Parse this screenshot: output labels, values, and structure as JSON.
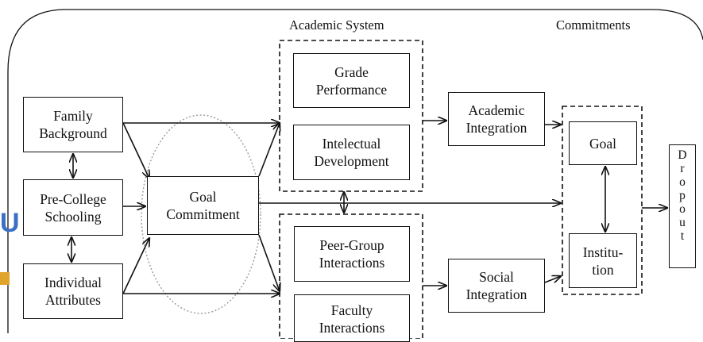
{
  "sections": {
    "academic_system": "Academic System",
    "commitments": "Commitments"
  },
  "boxes": {
    "family_background": "Family\nBackground",
    "pre_college_schooling": "Pre-College\nSchooling",
    "individual_attributes": "Individual\nAttributes",
    "goal_commitment": "Goal\nCommitment",
    "grade_performance": "Grade\nPerformance",
    "intelectual_development": "Intelectual\nDevelopment",
    "peer_group_interactions": "Peer-Group\nInteractions",
    "faculty_interactions": "Faculty\nInteractions",
    "academic_integration": "Academic\nIntegration",
    "social_integration": "Social\nIntegration",
    "goal": "Goal",
    "institution": "Institu-\ntion"
  },
  "dropout_letters": [
    "D",
    "r",
    "o",
    "p",
    "o",
    "u",
    "t"
  ],
  "colors": {
    "line": "#111111",
    "ellipse": "#9a9a9a",
    "partial_logo": "#3a6fc4"
  }
}
